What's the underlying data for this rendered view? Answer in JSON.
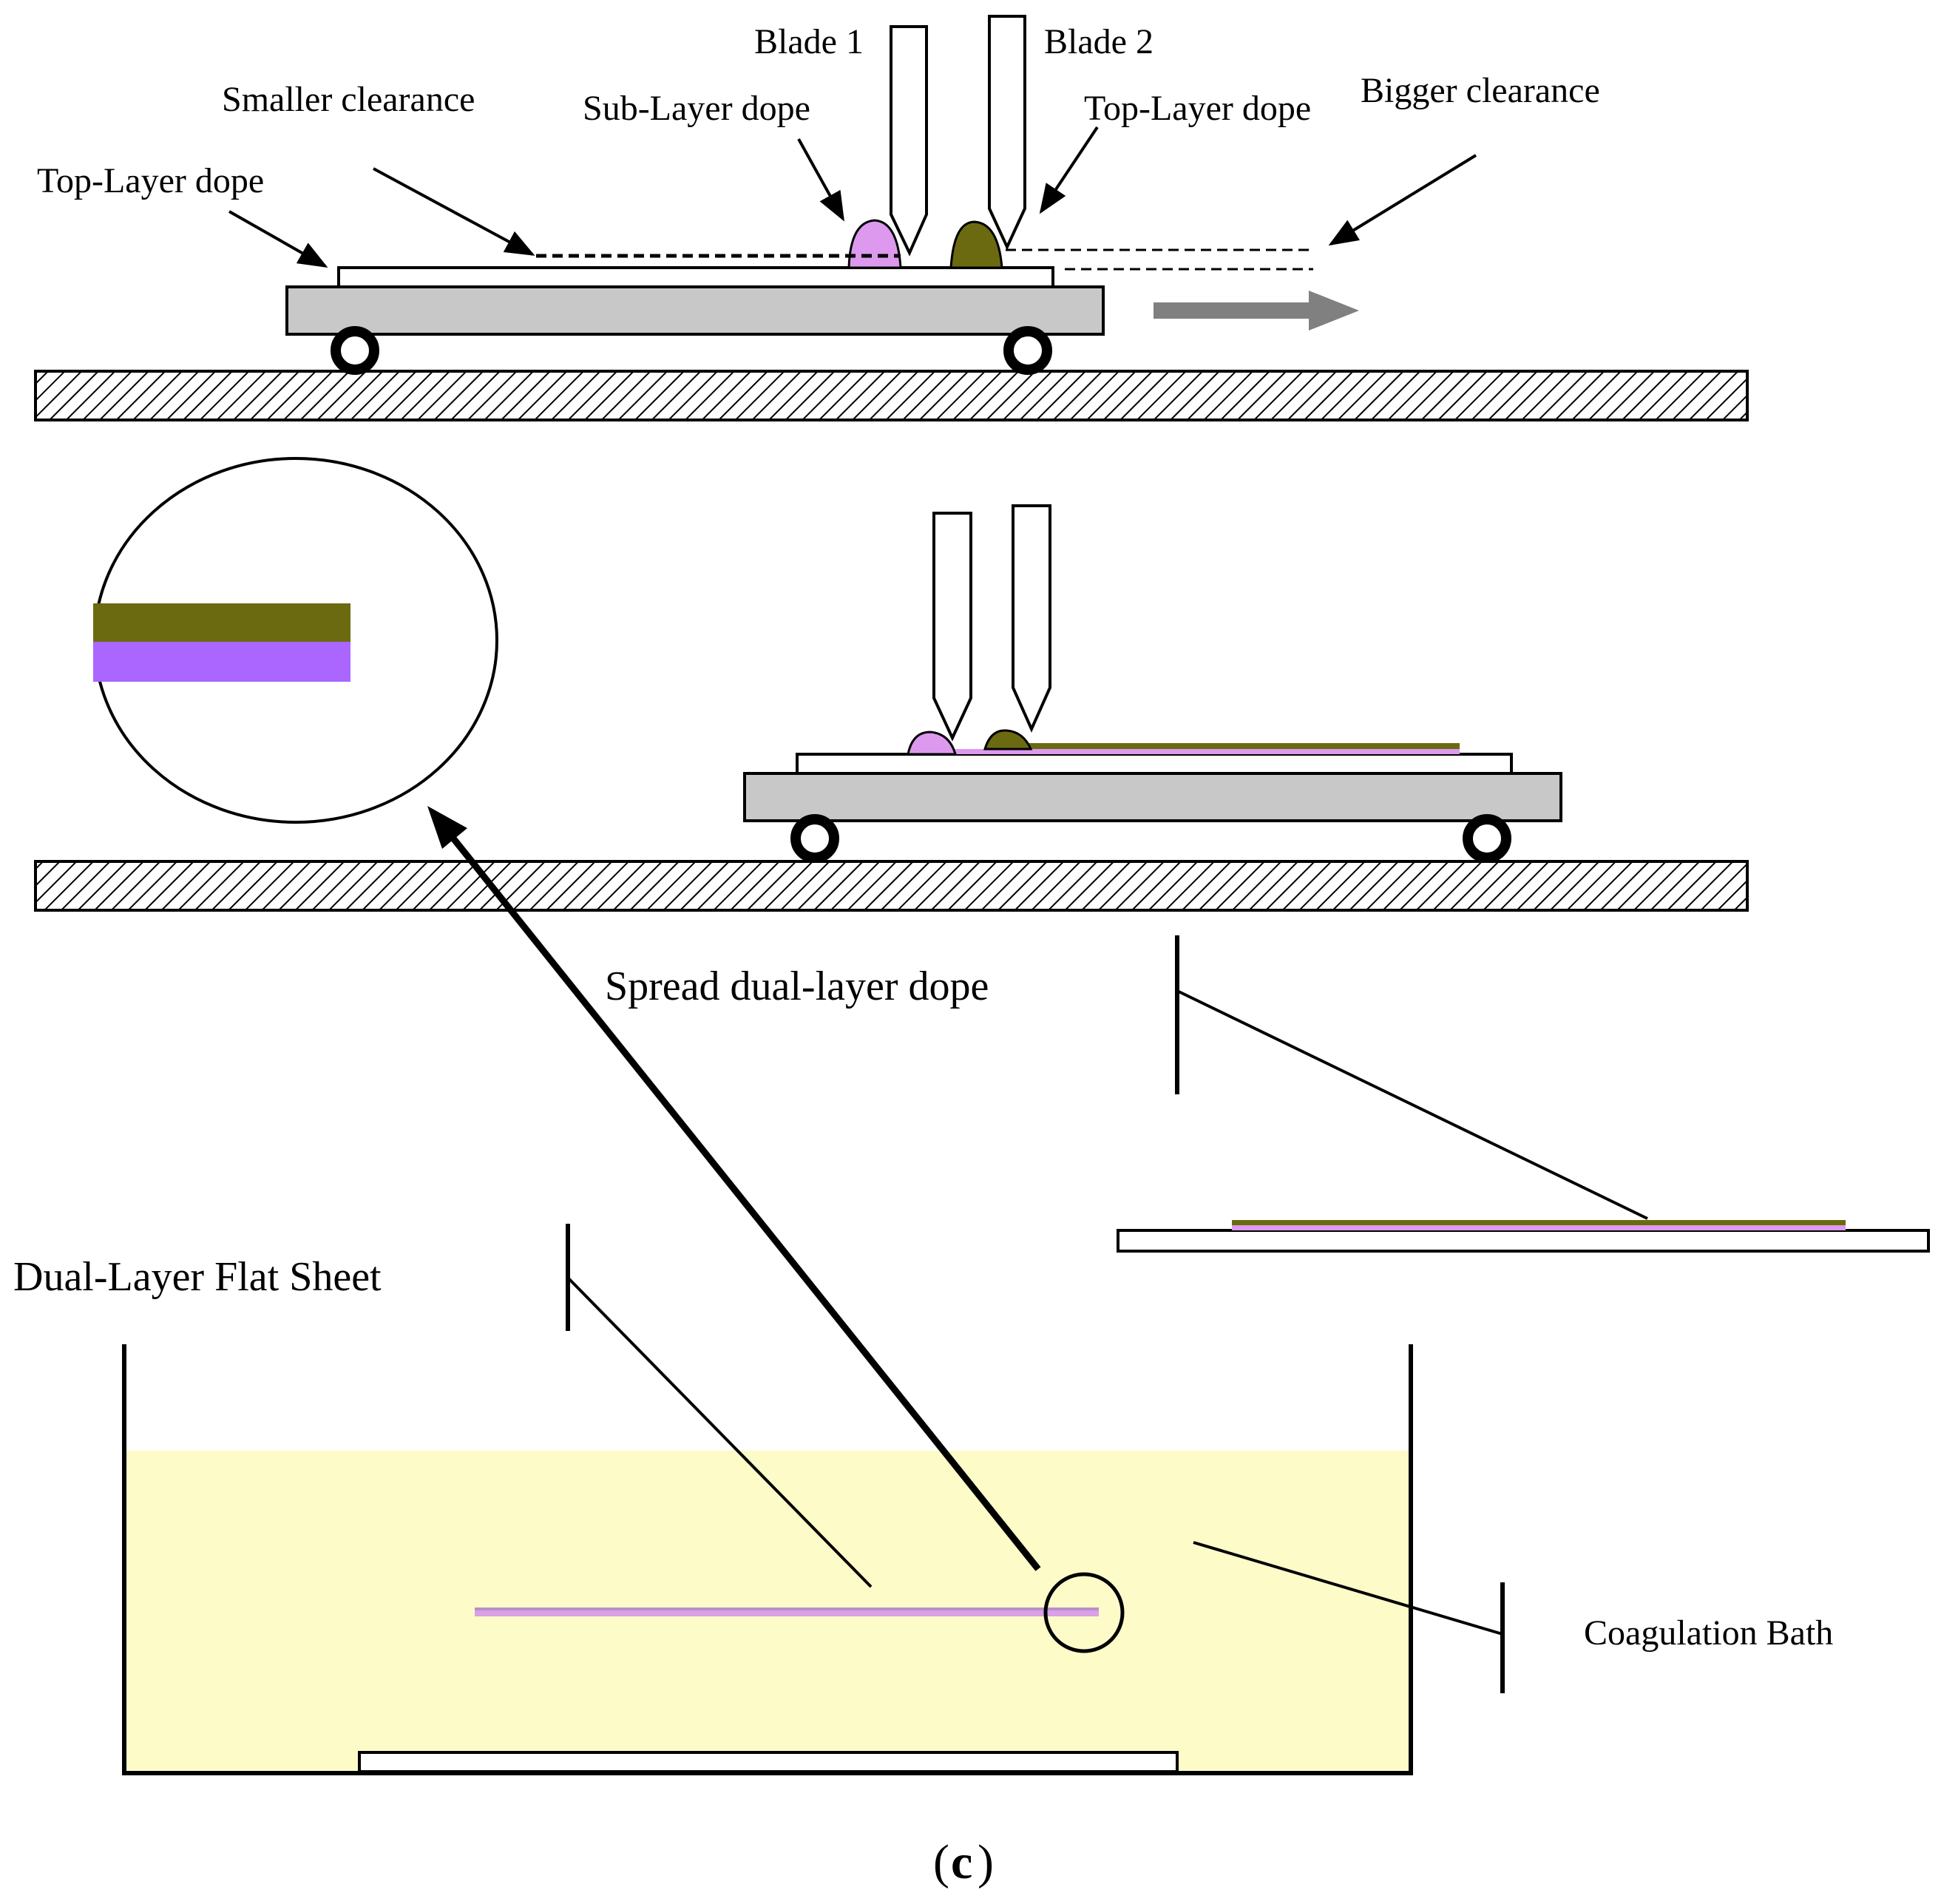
{
  "labels": {
    "blade1": "Blade 1",
    "blade2": "Blade 2",
    "smaller_clearance": "Smaller clearance",
    "sub_layer_dope": "Sub-Layer dope",
    "top_layer_dope_right": "Top-Layer dope",
    "bigger_clearance": "Bigger clearance",
    "top_layer_dope_left": "Top-Layer dope",
    "spread_dual_layer_dope": "Spread dual-layer dope",
    "dual_layer_flat_sheet": "Dual-Layer Flat Sheet",
    "coagulation_bath": "Coagulation Bath",
    "caption_open": "(",
    "caption_letter": "c",
    "caption_close": ")"
  },
  "colors": {
    "sub_layer_dope": "#dd99ee",
    "top_layer_dope": "#6b6a10",
    "zoom_sub_layer": "#aa66ff",
    "bath_liquid": "#fdfbc8",
    "carriage": "#c8c8c8",
    "motion_arrow": "#808080"
  }
}
